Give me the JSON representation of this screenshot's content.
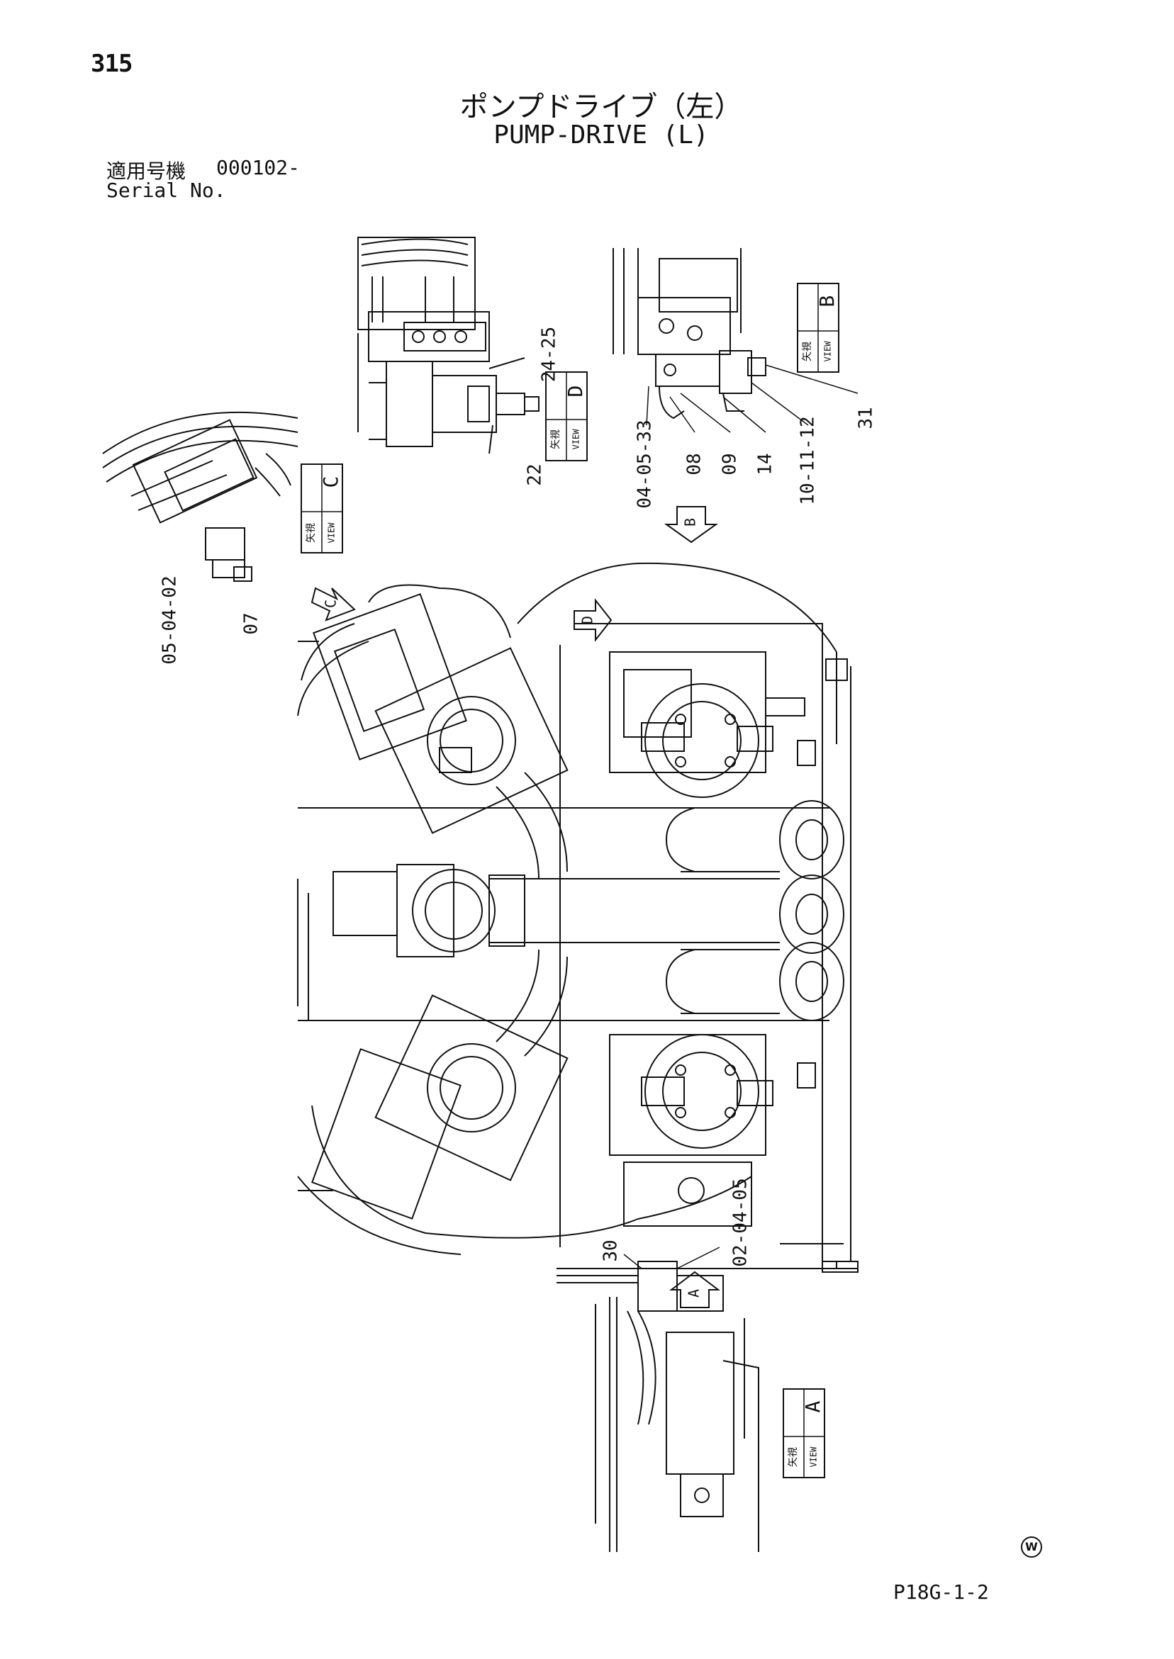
{
  "page_number": "315",
  "title_jp": "ポンプドライブ（左）",
  "title_en": "PUMP-DRIVE (L)",
  "serial": {
    "label_jp": "適用号機",
    "value": "000102-",
    "label_en": "Serial No."
  },
  "views": {
    "A": {
      "letter": "A",
      "jp": "矢視",
      "en": "VIEW"
    },
    "B": {
      "letter": "B",
      "jp": "矢視",
      "en": "VIEW"
    },
    "C": {
      "letter": "C",
      "jp": "矢視",
      "en": "VIEW"
    },
    "D": {
      "letter": "D",
      "jp": "矢視",
      "en": "VIEW"
    }
  },
  "callouts": {
    "c_22": "22",
    "c_24_25": "24-25",
    "c_04_05_33": "04-05-33",
    "c_08": "08",
    "c_09": "09",
    "c_14": "14",
    "c_10_11_12": "10-11-12",
    "c_31": "31",
    "c_05_04_02": "05-04-02",
    "c_07": "07",
    "c_30": "30",
    "c_02_04_05": "02-04-05"
  },
  "arrows": {
    "A": "A",
    "B": "B",
    "C": "C",
    "D": "D"
  },
  "watermark": "W",
  "page_code": "P18G-1-2"
}
